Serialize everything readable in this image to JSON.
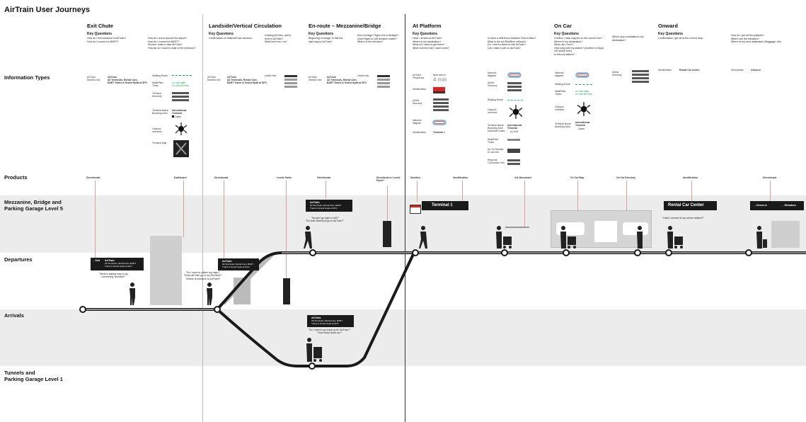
{
  "title": "AirTrain User Journeys",
  "rows": {
    "information_types": "Information Types",
    "products": "Products",
    "mezzanine": "Mezzanine, Bridge and\nParking Garage Level 5",
    "departures": "Departures",
    "arrivals": "Arrivals",
    "tunnels": "Tunnels and\nParking Garage Level 1"
  },
  "columns": [
    {
      "title": "Exit Chute",
      "kq_label": "Key Questions",
      "q1": "How do I find entrance to AirTrain?\nHow do I connect to BART?",
      "q2": "How do I move around the airport?\nHow do I connect to BART?\nShould I walk or take AirTrain?\nHow far do I have to walk to the entrance?"
    },
    {
      "title": "Landside/Vertical Circulation",
      "kq_label": "Key Questions",
      "q1": "Confirmation of Walk/AirTrain decision",
      "q2": "If taking AirTrain, which\nlevel is AirTrain?\nWhat level am I on?"
    },
    {
      "title": "En-route – Mezzanine/Bridge",
      "kq_label": "Key Questions",
      "q1": "Beginning of bridge: Is this the\nright way to AirTrain?",
      "q2": "End of bridge: Right Left or Straight?\nDoes Right or Left decision matter?\nWhere is the elevator?"
    },
    {
      "title": "At Platform",
      "kq_label": "Key Questions",
      "q1": "Have I arrived at AirTrain?\nWhere is my destination?\nWhat do I need to get there?\nWhen will the train I want come?",
      "q2": "Is there a difference between Red or Blue?\nWhat is the full Red/Blue network?\nDo I need a ticket to ride AirTrain?\nCan I take a cart on AirTrain?"
    },
    {
      "title": "On Car",
      "kq_label": "Key Questions",
      "q1": "Confirm I have hopped on the correct line?\nWhere is my destination?\nWhen am I here?\nHow long until my station? (number of stops\nOR actual time)\nIs this my station?",
      "q2": "Which stop correlates to my\ndestination?"
    },
    {
      "title": "Onward",
      "kq_label": "Key Questions",
      "q1": "Confirmation I got off at the correct stop.",
      "q2": "How do I get off the platform?\nWhere are the elevators?\nWhere is my next destination (Baggage, etc)"
    }
  ],
  "info": {
    "c1": {
      "needed": "AirTrain\nNeeded Info",
      "needed_val": "AirTrain\nAll Terminals, Rental Cars,\nBART Trains & Grand Hyatt at SFO",
      "walking_route": "Walking Route",
      "walk_ride": "Walk/Ride\nTimes",
      "walk_ride_val": "● x min walk\n● x min AirTrain",
      "terminal_dir": "Terminal\nDirectory",
      "terminal_name": "Terminal Name\nBoarding Area",
      "terminal_name_val": "International\nTerminal",
      "gates": "Gates",
      "campus": "Campus\noverview",
      "terminal_map": "Terminal Map"
    },
    "c2": {
      "needed": "AirTrain\nNeeded Info",
      "needed_val": "AirTrain\nAll Terminals, Rental Cars,\nBART Trains & Grand Hyatt at SFO",
      "levels": "Levels Info"
    },
    "c3": {
      "needed": "AirTrain\nNeeded Info",
      "needed_val": "AirTrain\nAll Terminals, Rental Cars,\nBART Trains & Grand Hyatt at SFO",
      "levels": "Levels Info"
    },
    "c4": {
      "frequency": "AirTrain\nFrequency",
      "next_train": "Next train in",
      "next_train_val": "4 min",
      "identification": "Identification",
      "airline_dir": "Airline\nDirectory",
      "network": "Network\ndiagram",
      "identification2": "Identification",
      "terminal1": "Terminal 1"
    },
    "c5": {
      "network": "Network\ndiagram",
      "airline_dir": "Airline\nDirectory",
      "walking_route": "Walking Route",
      "campus": "Campus\noverview",
      "terminal_name": "Terminal Name\nBoarding Area\nIndividual Gates",
      "terminal_name_val": "International\nTerminal",
      "gates": "A1-A15",
      "walk_ride": "Walk/Ride\nTimes",
      "no_tix": "No Tix Needed\n& Cart Info",
      "regional": "Regional\nConnection Info"
    },
    "c6": {
      "network": "Network\ndiagram",
      "walking_route": "Walking Route",
      "walk_ride": "Walk/Ride\nTimes",
      "walk_ride_val": "● x min walk\n● x min AirTrain",
      "campus": "Campus\noverview",
      "terminal_name": "Terminal Name\nBoarding Area",
      "terminal_name_val": "International\nTerminal",
      "gates": "Gates",
      "airline_dir": "Airline\nDirectory"
    },
    "c7": {
      "identification": "Identification",
      "rental": "Rental Car Center",
      "directionals": "Directionals",
      "checkin": "Check-in"
    }
  },
  "products": {
    "p1": "Directionals",
    "p2": "Dashboard",
    "p3": "Directionals",
    "p4": "Levels Guide",
    "p5": "Directionals",
    "p6": "Directional or Levels\nPylon?",
    "p7": "Monitors",
    "p8": "Identification",
    "p9": "2x1 Monument",
    "p10": "On Car Map",
    "p11": "On Car Directory",
    "p12": "Identification",
    "p13": "Directionals"
  },
  "signs": {
    "exit_sign": "→ Exit",
    "airtrain": "AirTrain",
    "airtrain_sub": "All Terminals, Rental Cars, BART\nTrains & Grand Hyatt at SFO",
    "terminal1": "Terminal 1",
    "rental": "Rental Car Center",
    "checkin": "→ Check-in",
    "elevators": "→ Elevators"
  },
  "quotes": {
    "q1": "\"What is fastest way to my\nconnecting Terminal?\"",
    "q2": "\"Do I need to collect my bags?\"\n\"Does AirTrain go to my Terminal?\"\n\"Where is entrance to AirTrain?\"",
    "q3": "\"Should I go right or left?\"\n\"Do both directions go to AirTrain?\"",
    "q4": "\"Do I need to go back up for AirTrain?\"\n\"How many floors up?\"",
    "q5": "\"Have I arrived at my correct station?\""
  },
  "colors": {
    "track": "#1a1a1a",
    "band": "#ececec",
    "red": "#d22",
    "blue": "#3aa0d8",
    "green": "#1aa050"
  }
}
